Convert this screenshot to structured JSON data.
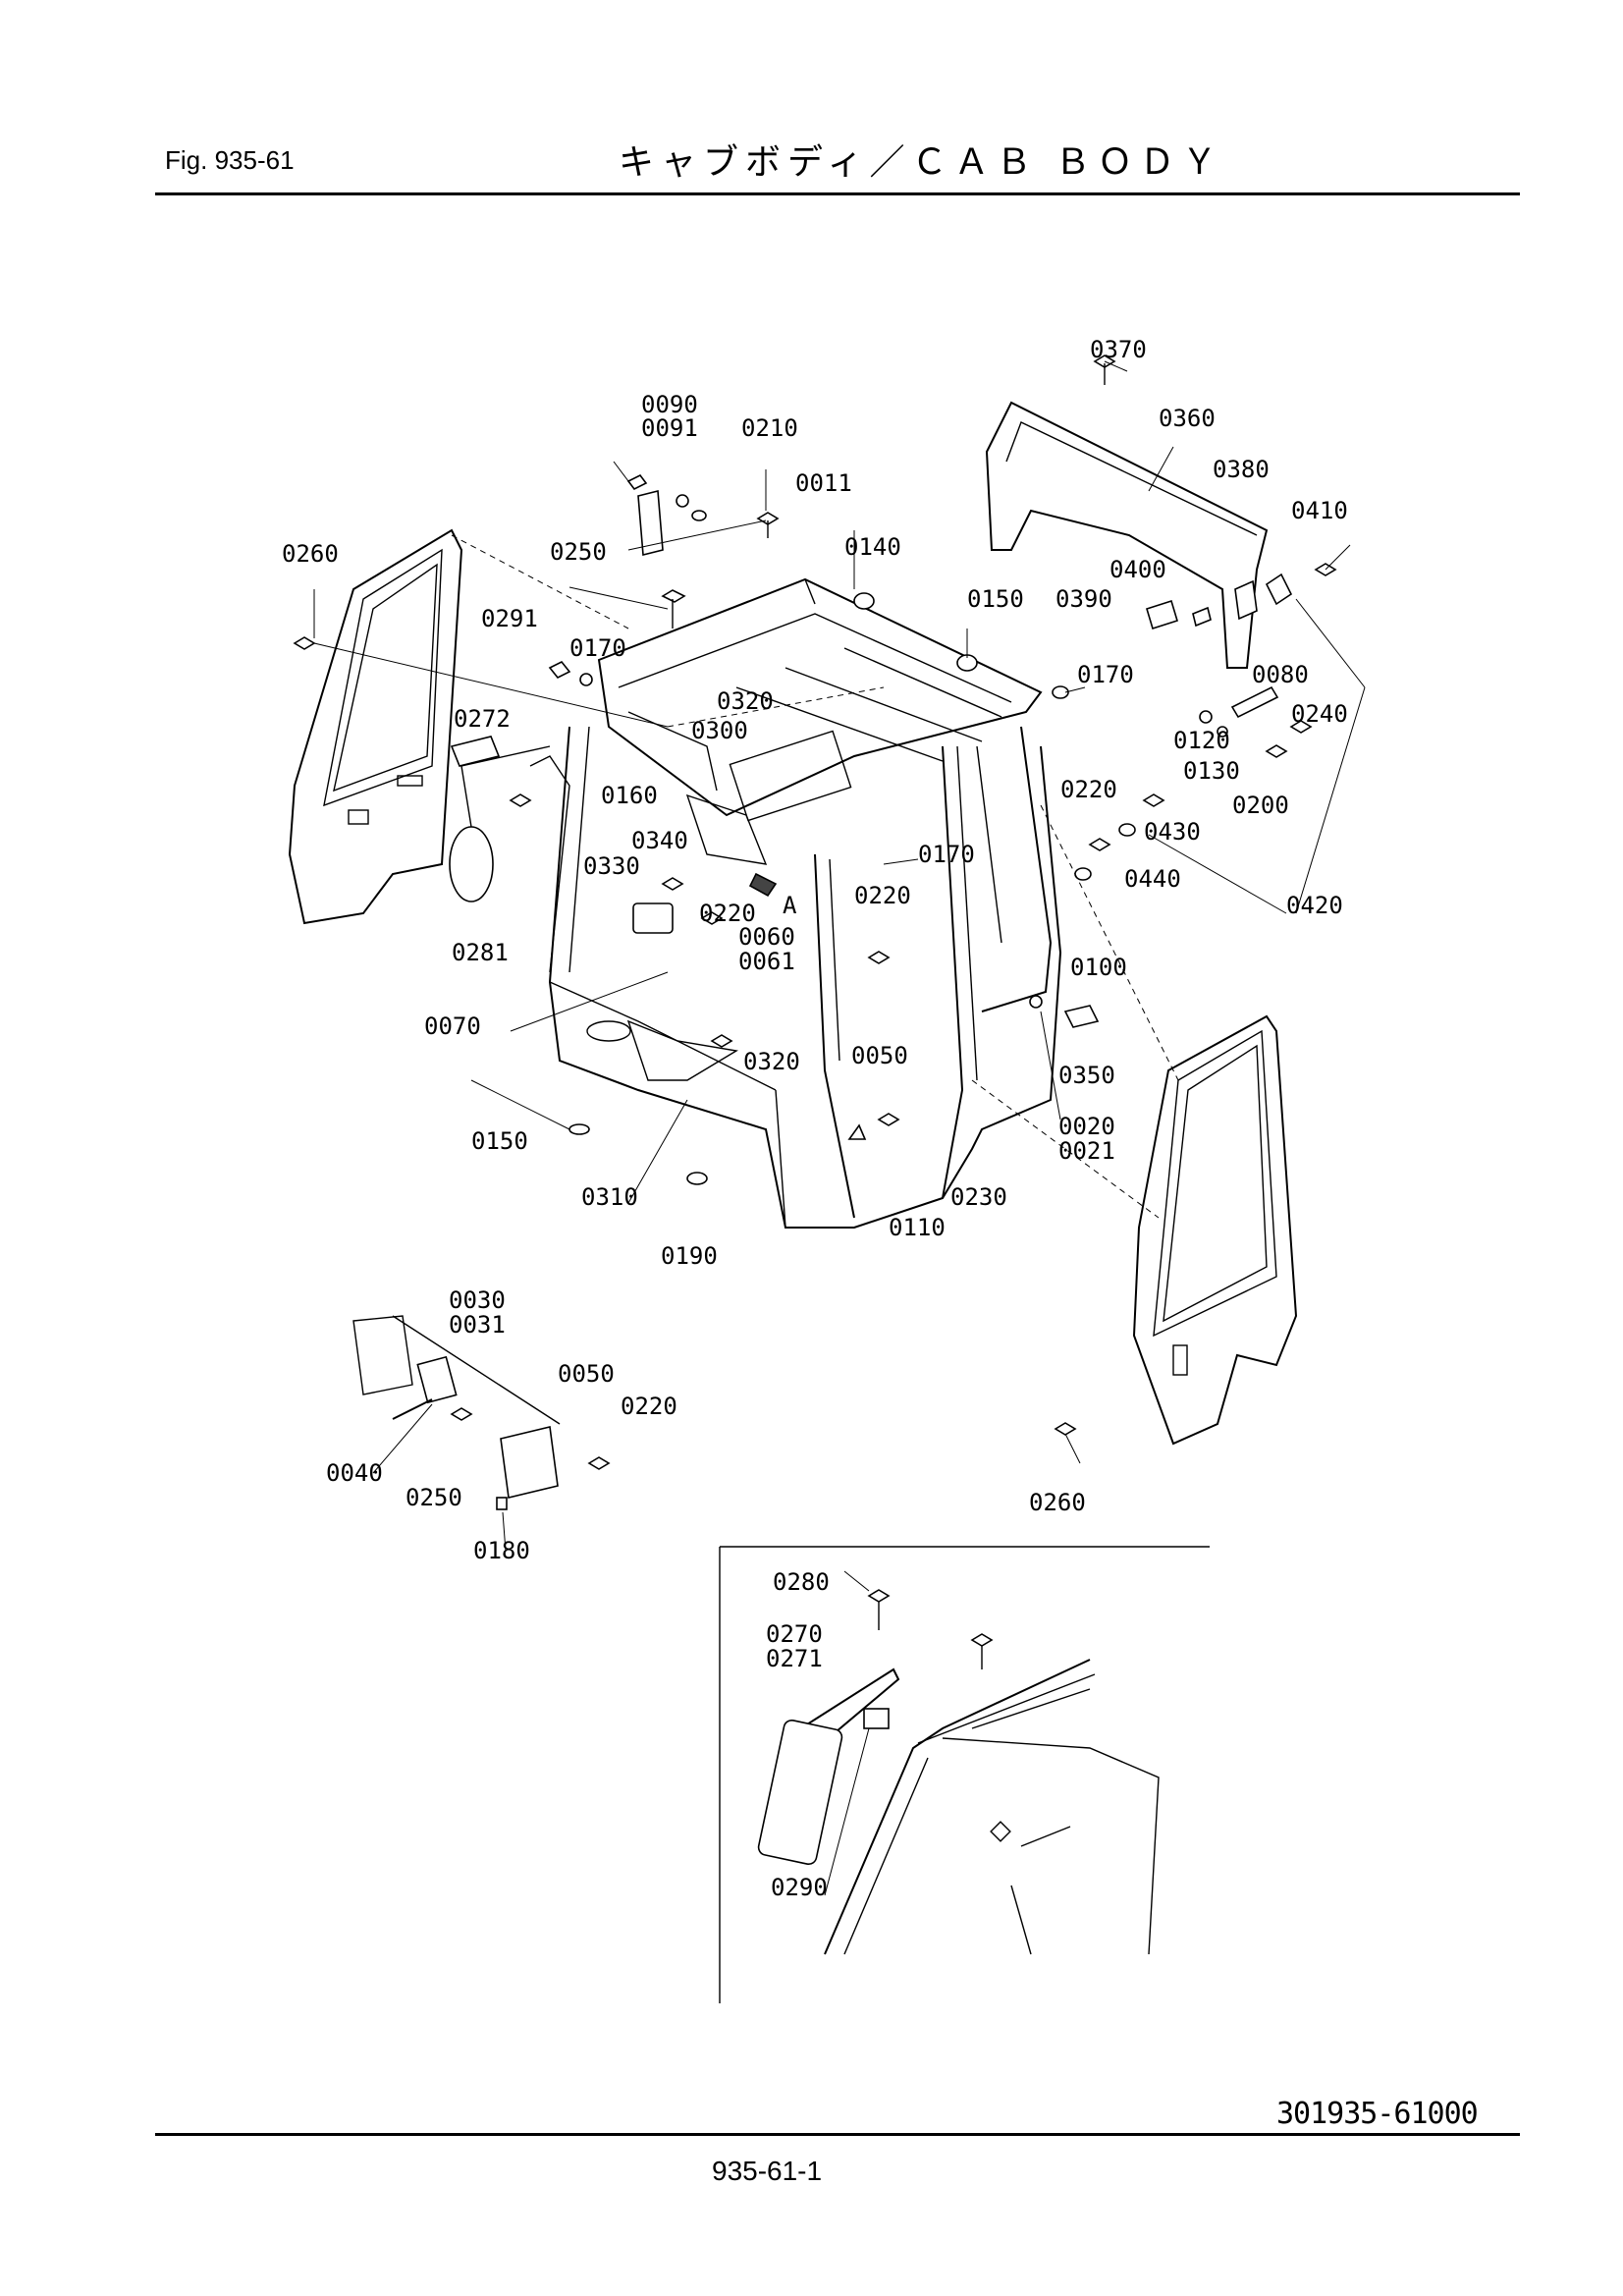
{
  "header": {
    "fig_label": "Fig.  935-61",
    "title": "キャブボディ／ＣＡＢ ＢＯＤＹ"
  },
  "callouts": [
    "0370",
    "0090",
    "0091",
    "0210",
    "0360",
    "0011",
    "0380",
    "0410",
    "0260",
    "0250",
    "0140",
    "0400",
    "0390",
    "0150",
    "0291",
    "0170",
    "0170",
    "0080",
    "0240",
    "0272",
    "0320",
    "0300",
    "0120",
    "0130",
    "0200",
    "0160",
    "0220",
    "0340",
    "0330",
    "0430",
    "0170",
    "0440",
    "0220",
    "0220",
    "0420",
    "0060",
    "0061",
    "0281",
    "0100",
    "0070",
    "0050",
    "0350",
    "0320",
    "0020",
    "0021",
    "0150",
    "0310",
    "0230",
    "0110",
    "0190",
    "0030",
    "0031",
    "0050",
    "0220",
    "0040",
    "0250",
    "0180",
    "0260",
    "0280",
    "0270",
    "0271",
    "0290",
    "A"
  ],
  "footer": {
    "document_number": "301935-61000",
    "page_number": "935-61-1"
  }
}
